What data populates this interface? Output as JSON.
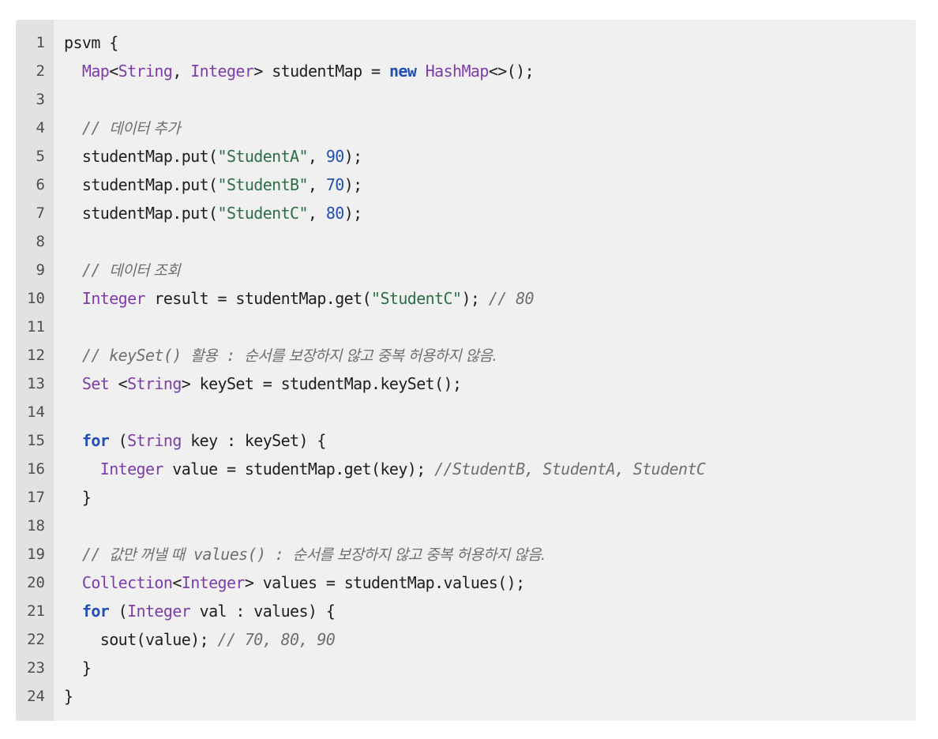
{
  "colors": {
    "background": "#f0f0f0",
    "gutter": "#e1e2e4",
    "type": "#7c3da6",
    "keyword": "#1f4fb2",
    "string": "#2d6e47",
    "number": "#1f4fb2",
    "comment": "#6f6f6f"
  },
  "lines": [
    {
      "n": "1",
      "tokens": [
        {
          "t": "psvm {",
          "k": "plain"
        }
      ]
    },
    {
      "n": "2",
      "tokens": [
        {
          "t": "  ",
          "k": "plain"
        },
        {
          "t": "Map",
          "k": "type"
        },
        {
          "t": "<",
          "k": "plain"
        },
        {
          "t": "String",
          "k": "type"
        },
        {
          "t": ", ",
          "k": "plain"
        },
        {
          "t": "Integer",
          "k": "type"
        },
        {
          "t": "> studentMap = ",
          "k": "plain"
        },
        {
          "t": "new",
          "k": "kw"
        },
        {
          "t": " ",
          "k": "plain"
        },
        {
          "t": "HashMap",
          "k": "type"
        },
        {
          "t": "<>();",
          "k": "plain"
        }
      ]
    },
    {
      "n": "3",
      "tokens": []
    },
    {
      "n": "4",
      "tokens": [
        {
          "t": "  ",
          "k": "plain"
        },
        {
          "t": "// ",
          "k": "com"
        },
        {
          "t": "데이터 추가",
          "k": "comko"
        }
      ]
    },
    {
      "n": "5",
      "tokens": [
        {
          "t": "  studentMap.put(",
          "k": "plain"
        },
        {
          "t": "\"StudentA\"",
          "k": "str"
        },
        {
          "t": ", ",
          "k": "plain"
        },
        {
          "t": "90",
          "k": "num"
        },
        {
          "t": ");",
          "k": "plain"
        }
      ]
    },
    {
      "n": "6",
      "tokens": [
        {
          "t": "  studentMap.put(",
          "k": "plain"
        },
        {
          "t": "\"StudentB\"",
          "k": "str"
        },
        {
          "t": ", ",
          "k": "plain"
        },
        {
          "t": "70",
          "k": "num"
        },
        {
          "t": ");",
          "k": "plain"
        }
      ]
    },
    {
      "n": "7",
      "tokens": [
        {
          "t": "  studentMap.put(",
          "k": "plain"
        },
        {
          "t": "\"StudentC\"",
          "k": "str"
        },
        {
          "t": ", ",
          "k": "plain"
        },
        {
          "t": "80",
          "k": "num"
        },
        {
          "t": ");",
          "k": "plain"
        }
      ]
    },
    {
      "n": "8",
      "tokens": []
    },
    {
      "n": "9",
      "tokens": [
        {
          "t": "  ",
          "k": "plain"
        },
        {
          "t": "// ",
          "k": "com"
        },
        {
          "t": "데이터 조회",
          "k": "comko"
        }
      ]
    },
    {
      "n": "10",
      "tokens": [
        {
          "t": "  ",
          "k": "plain"
        },
        {
          "t": "Integer",
          "k": "type"
        },
        {
          "t": " result = studentMap.get(",
          "k": "plain"
        },
        {
          "t": "\"StudentC\"",
          "k": "str"
        },
        {
          "t": "); ",
          "k": "plain"
        },
        {
          "t": "// 80",
          "k": "com"
        }
      ]
    },
    {
      "n": "11",
      "tokens": []
    },
    {
      "n": "12",
      "tokens": [
        {
          "t": "  ",
          "k": "plain"
        },
        {
          "t": "// keySet() ",
          "k": "com"
        },
        {
          "t": "활용",
          "k": "comko"
        },
        {
          "t": " : ",
          "k": "com"
        },
        {
          "t": "순서를 보장하지 않고 중복 허용하지 않음.",
          "k": "comko"
        }
      ]
    },
    {
      "n": "13",
      "tokens": [
        {
          "t": "  ",
          "k": "plain"
        },
        {
          "t": "Set",
          "k": "type"
        },
        {
          "t": " <",
          "k": "plain"
        },
        {
          "t": "String",
          "k": "type"
        },
        {
          "t": "> keySet = studentMap.keySet();",
          "k": "plain"
        }
      ]
    },
    {
      "n": "14",
      "tokens": []
    },
    {
      "n": "15",
      "tokens": [
        {
          "t": "  ",
          "k": "plain"
        },
        {
          "t": "for",
          "k": "kw"
        },
        {
          "t": " (",
          "k": "plain"
        },
        {
          "t": "String",
          "k": "type"
        },
        {
          "t": " key : keySet) {",
          "k": "plain"
        }
      ]
    },
    {
      "n": "16",
      "tokens": [
        {
          "t": "    ",
          "k": "plain"
        },
        {
          "t": "Integer",
          "k": "type"
        },
        {
          "t": " value = studentMap.get(key); ",
          "k": "plain"
        },
        {
          "t": "//StudentB, StudentA, StudentC",
          "k": "com"
        }
      ]
    },
    {
      "n": "17",
      "tokens": [
        {
          "t": "  }",
          "k": "plain"
        }
      ]
    },
    {
      "n": "18",
      "tokens": []
    },
    {
      "n": "19",
      "tokens": [
        {
          "t": "  ",
          "k": "plain"
        },
        {
          "t": "// ",
          "k": "com"
        },
        {
          "t": "값만 꺼낼 때",
          "k": "comko"
        },
        {
          "t": " values() : ",
          "k": "com"
        },
        {
          "t": "순서를 보장하지 않고 중복 허용하지 않음.",
          "k": "comko"
        }
      ]
    },
    {
      "n": "20",
      "tokens": [
        {
          "t": "  ",
          "k": "plain"
        },
        {
          "t": "Collection",
          "k": "type"
        },
        {
          "t": "<",
          "k": "plain"
        },
        {
          "t": "Integer",
          "k": "type"
        },
        {
          "t": "> values = studentMap.values();",
          "k": "plain"
        }
      ]
    },
    {
      "n": "21",
      "tokens": [
        {
          "t": "  ",
          "k": "plain"
        },
        {
          "t": "for",
          "k": "kw"
        },
        {
          "t": " (",
          "k": "plain"
        },
        {
          "t": "Integer",
          "k": "type"
        },
        {
          "t": " val : values) {",
          "k": "plain"
        }
      ]
    },
    {
      "n": "22",
      "tokens": [
        {
          "t": "    sout(value); ",
          "k": "plain"
        },
        {
          "t": "// 70, 80, 90",
          "k": "com"
        }
      ]
    },
    {
      "n": "23",
      "tokens": [
        {
          "t": "  }",
          "k": "plain"
        }
      ]
    },
    {
      "n": "24",
      "tokens": [
        {
          "t": "}",
          "k": "plain"
        }
      ]
    }
  ]
}
